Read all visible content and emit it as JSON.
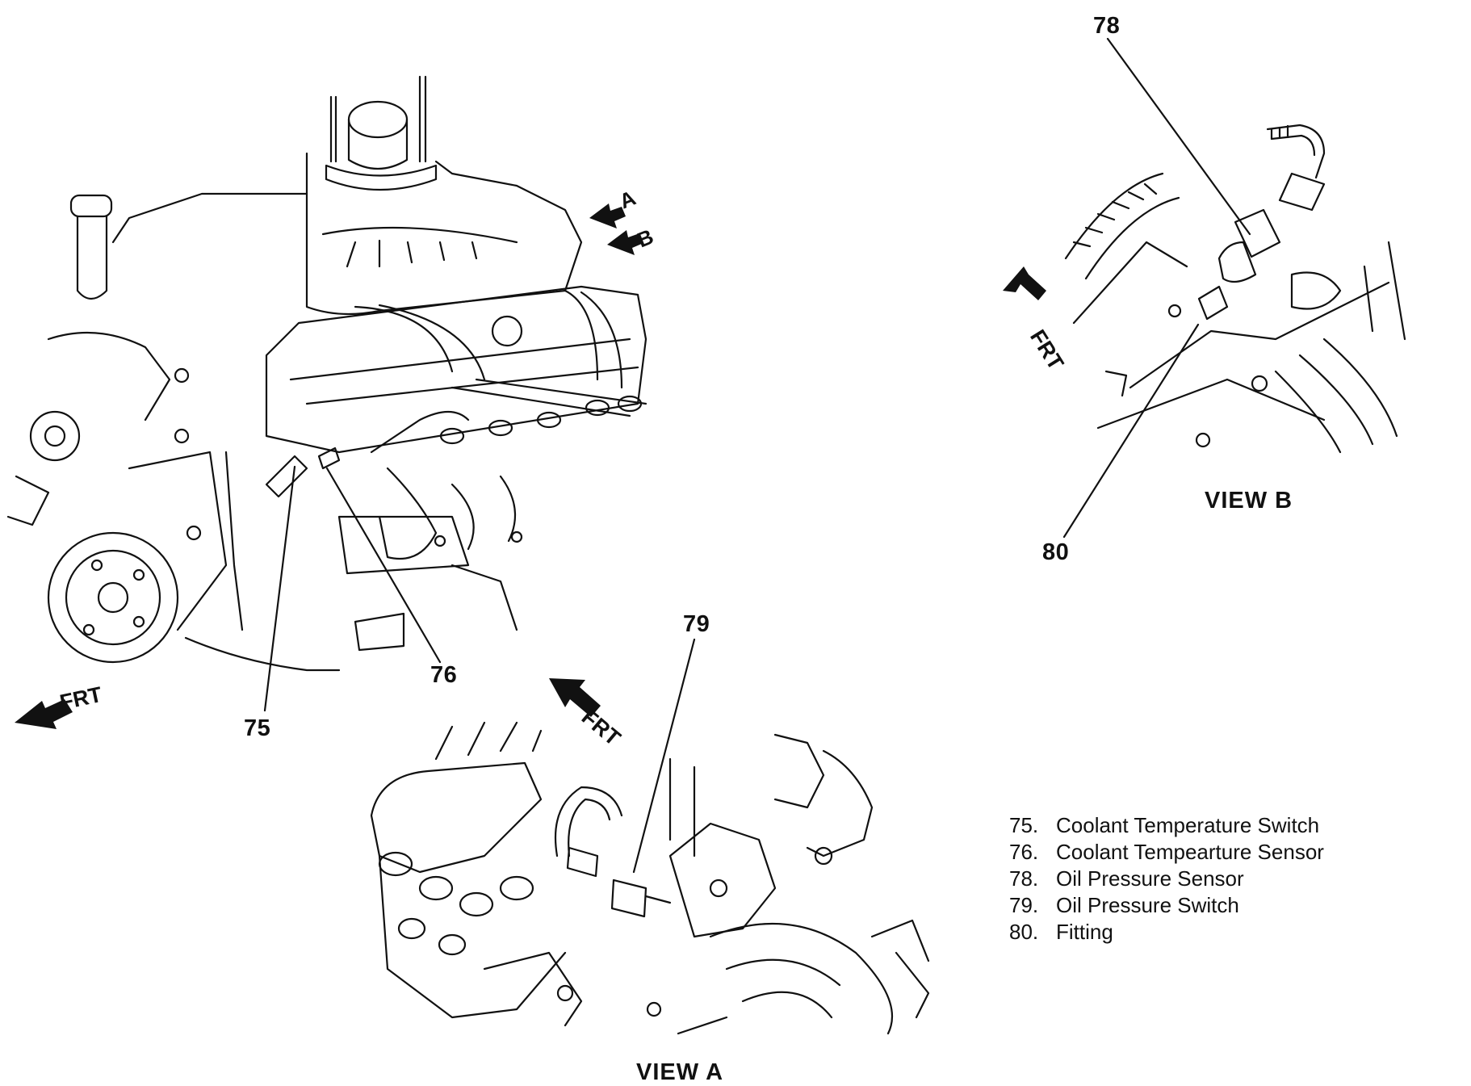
{
  "callouts": {
    "c75": "75",
    "c76": "76",
    "c78": "78",
    "c79": "79",
    "c80": "80"
  },
  "direction_label": "FRT",
  "views": {
    "a": {
      "marker": "A",
      "title": "VIEW A"
    },
    "b": {
      "marker": "B",
      "title": "VIEW B"
    }
  },
  "legend": [
    {
      "num": "75.",
      "text": "Coolant Temperature Switch"
    },
    {
      "num": "76.",
      "text": "Coolant Tempearture Sensor"
    },
    {
      "num": "78.",
      "text": "Oil Pressure Sensor"
    },
    {
      "num": "79.",
      "text": "Oil Pressure Switch"
    },
    {
      "num": "80.",
      "text": "Fitting"
    }
  ]
}
